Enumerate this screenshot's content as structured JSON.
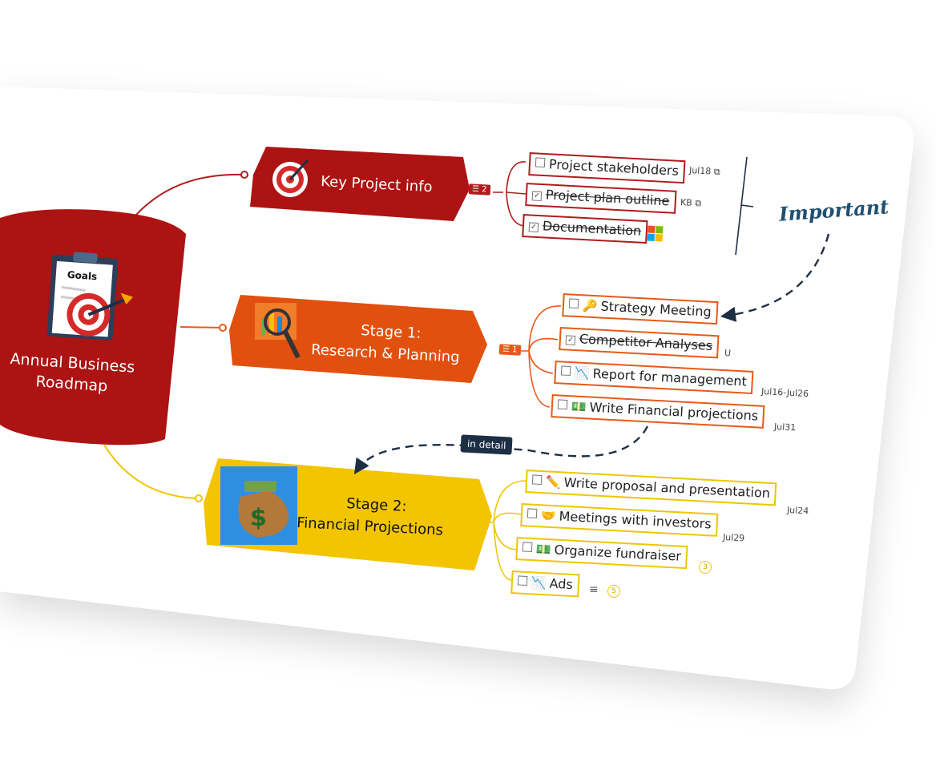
{
  "central": {
    "title_line1": "Annual Business",
    "title_line2": "Roadmap",
    "goals_label": "Goals"
  },
  "branches": [
    {
      "title": "Key Project info",
      "count": "2",
      "color": "#b01c1c"
    },
    {
      "title_line1": "Stage 1:",
      "title_line2": "Research & Planning",
      "count": "1",
      "color": "#e65a19"
    },
    {
      "title_line1": "Stage 2:",
      "title_line2": "Financial Projections",
      "color": "#f2c500"
    }
  ],
  "tasks_key": [
    {
      "label": "Project stakeholders",
      "meta": "Jul18",
      "done": false
    },
    {
      "label": "Project plan outline",
      "meta": "KB",
      "done": true
    },
    {
      "label": "Documentation",
      "done": true
    }
  ],
  "tasks_stage1": [
    {
      "label": "Strategy Meeting",
      "icon": "key-icon",
      "done": false
    },
    {
      "label": "Competitor Analyses",
      "meta": "U",
      "done": true
    },
    {
      "label": "Report for management",
      "icon": "chart-down-icon",
      "meta": "Jul16-Jul26",
      "done": false
    },
    {
      "label": "Write Financial projections",
      "icon": "money-icon",
      "meta": "Jul31",
      "done": false
    }
  ],
  "tasks_stage2": [
    {
      "label": "Write proposal and presentation",
      "icon": "pencil-icon",
      "meta": "Jul24",
      "done": false
    },
    {
      "label": "Meetings with investors",
      "icon": "handshake-icon",
      "meta": "Jul29",
      "done": false
    },
    {
      "label": "Organize fundraiser",
      "icon": "money-icon",
      "count": "3",
      "done": false
    },
    {
      "label": "Ads",
      "icon": "chart-down-icon",
      "count": "5",
      "done": false
    }
  ],
  "callouts": {
    "important": "Important",
    "in_detail": "in detail"
  },
  "colors": {
    "red": "#b01c1c",
    "orange": "#e65a19",
    "yellow": "#f2c500",
    "navy": "#1d2f45"
  }
}
